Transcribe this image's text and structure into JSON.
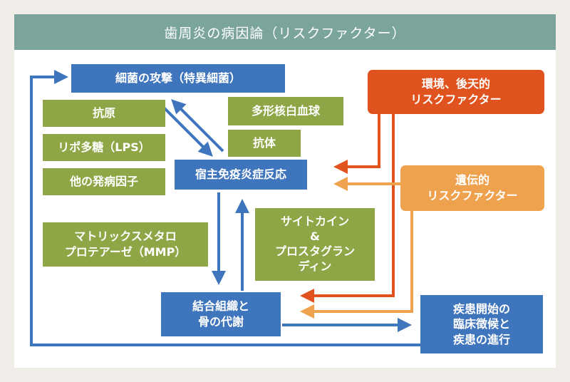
{
  "title": "歯周炎の病因論（リスクファクター）",
  "boxes": {
    "bacterial_attack": "細菌の攻撃（特異細菌）",
    "antigen": "抗原",
    "lps": "リポ多糖（LPS）",
    "other_factors": "他の発病因子",
    "pmn": "多形核白血球",
    "antibody": "抗体",
    "host_response": "宿主免疫炎症反応",
    "environmental_risk": "環境、後天的\nリスクファクター",
    "genetic_risk": "遺伝的\nリスクファクター",
    "mmp": "マトリックスメタロ\nプロテアーゼ（MMP）",
    "cytokines": "サイトカイン\n&\nプロスタグラン\nディン",
    "tissue_metabolism": "結合組織と\n骨の代謝",
    "clinical_onset": "疾患開始の\n臨床徴候と\n疾患の進行"
  },
  "colors": {
    "title_bar": "#7ba59c",
    "blue": "#3f75bc",
    "green": "#8ea646",
    "red": "#e0521e",
    "orange": "#efa24e"
  }
}
